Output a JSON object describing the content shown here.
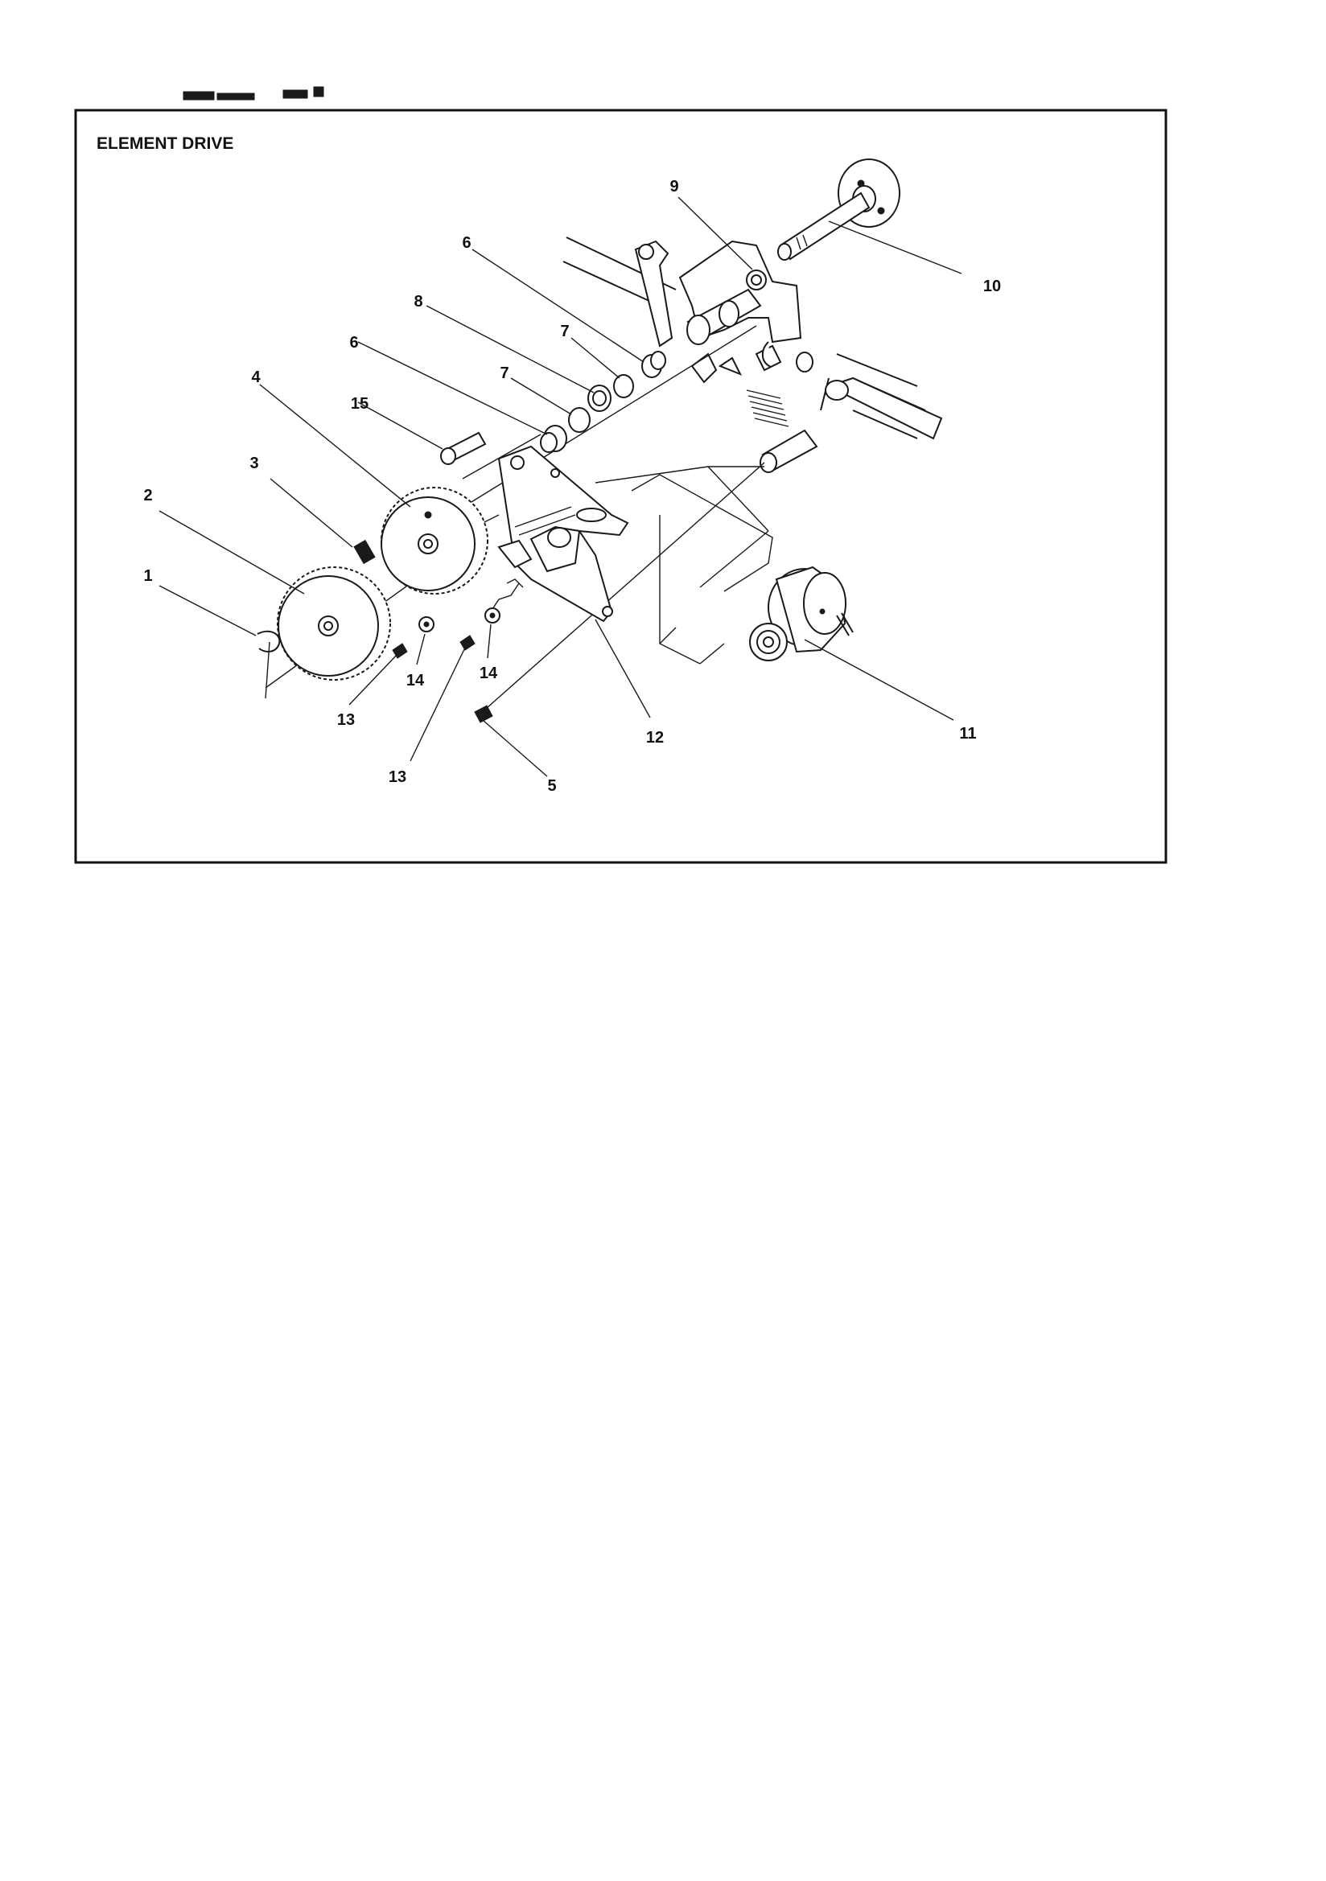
{
  "figure": {
    "title": "ELEMENT DRIVE",
    "callouts": [
      {
        "id": "c1",
        "label": "1"
      },
      {
        "id": "c2",
        "label": "2"
      },
      {
        "id": "c3",
        "label": "3"
      },
      {
        "id": "c4",
        "label": "4"
      },
      {
        "id": "c5",
        "label": "5"
      },
      {
        "id": "c6a",
        "label": "6"
      },
      {
        "id": "c6b",
        "label": "6"
      },
      {
        "id": "c7a",
        "label": "7"
      },
      {
        "id": "c7b",
        "label": "7"
      },
      {
        "id": "c8",
        "label": "8"
      },
      {
        "id": "c9",
        "label": "9"
      },
      {
        "id": "c10",
        "label": "10"
      },
      {
        "id": "c11",
        "label": "11"
      },
      {
        "id": "c12",
        "label": "12"
      },
      {
        "id": "c13a",
        "label": "13"
      },
      {
        "id": "c13b",
        "label": "13"
      },
      {
        "id": "c14a",
        "label": "14"
      },
      {
        "id": "c14b",
        "label": "14"
      },
      {
        "id": "c15",
        "label": "15"
      }
    ]
  }
}
